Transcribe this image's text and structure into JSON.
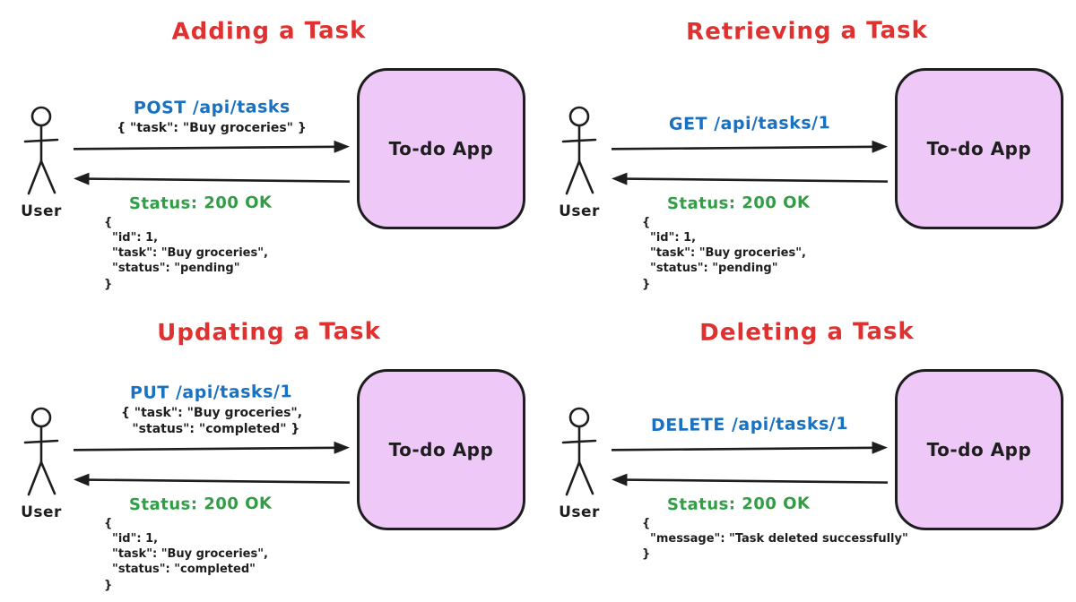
{
  "diagram": {
    "colors": {
      "title": "#e03131",
      "request_label": "#1971c2",
      "status": "#2f9e44",
      "ink": "#1e1e1e",
      "app_box_fill": "#eec9f8",
      "app_box_border": "#1e1e1e"
    },
    "panels": [
      {
        "key": "adding-a-task",
        "title": "Adding a Task",
        "actor_label": "User",
        "app_label": "To-do App",
        "request": {
          "label": "POST /api/tasks",
          "body": "{ \"task\": \"Buy groceries\" }"
        },
        "response": {
          "status": "Status: 200 OK",
          "body": "{\n  \"id\": 1,\n  \"task\": \"Buy groceries\",\n  \"status\": \"pending\"\n}"
        }
      },
      {
        "key": "retrieving-a-task",
        "title": "Retrieving a Task",
        "actor_label": "User",
        "app_label": "To-do App",
        "request": {
          "label": "GET /api/tasks/1",
          "body": ""
        },
        "response": {
          "status": "Status: 200 OK",
          "body": "{\n  \"id\": 1,\n  \"task\": \"Buy groceries\",\n  \"status\": \"pending\"\n}"
        }
      },
      {
        "key": "updating-a-task",
        "title": "Updating a Task",
        "actor_label": "User",
        "app_label": "To-do App",
        "request": {
          "label": "PUT /api/tasks/1",
          "body": "{ \"task\": \"Buy groceries\",\n  \"status\": \"completed\" }"
        },
        "response": {
          "status": "Status: 200 OK",
          "body": "{\n  \"id\": 1,\n  \"task\": \"Buy groceries\",\n  \"status\": \"completed\"\n}"
        }
      },
      {
        "key": "deleting-a-task",
        "title": "Deleting a Task",
        "actor_label": "User",
        "app_label": "To-do App",
        "request": {
          "label": "DELETE /api/tasks/1",
          "body": ""
        },
        "response": {
          "status": "Status: 200 OK",
          "body": "{\n  \"message\": \"Task deleted successfully\"\n}"
        }
      }
    ]
  }
}
